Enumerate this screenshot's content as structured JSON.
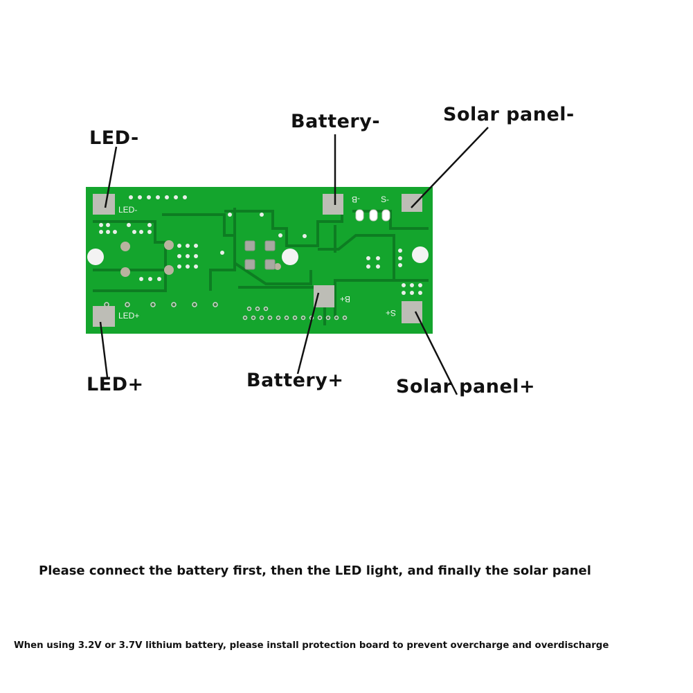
{
  "diagram": {
    "subject": "Solar LED controller PCB wiring diagram",
    "board_color": "#12a12b",
    "trace_dark": "#0d7d22",
    "pad_color": "#b9b9b1",
    "labels": {
      "led_minus": "LED-",
      "led_plus": "LED+",
      "battery_minus": "Battery-",
      "battery_plus": "Battery+",
      "solar_minus": "Solar panel-",
      "solar_plus": "Solar panel+"
    },
    "silkscreen": {
      "led_minus": "LED-",
      "led_plus": "LED+",
      "b_minus": "-B",
      "b_plus": "B+",
      "s_minus": "S-",
      "s_plus": "S+"
    }
  },
  "notes": {
    "connection_order": "Please connect the battery first, then the LED light, and finally the solar panel",
    "lithium_warning": "When using 3.2V or 3.7V lithium battery, please install protection board to prevent overcharge and overdischarge"
  }
}
